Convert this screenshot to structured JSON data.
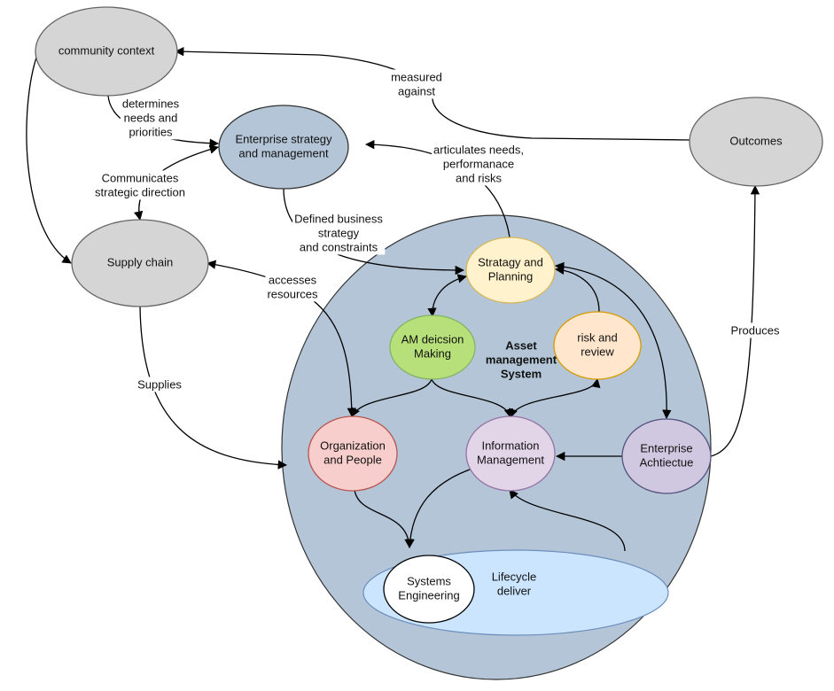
{
  "nodes": {
    "community_context": {
      "lines": [
        "community context"
      ],
      "color": "#d5d5d5"
    },
    "enterprise_strategy": {
      "lines": [
        "Enterprise strategy",
        "and management"
      ],
      "color": "#b3c5d6"
    },
    "supply_chain": {
      "lines": [
        "Supply chain"
      ],
      "color": "#d5d5d5"
    },
    "outcomes": {
      "lines": [
        "Outcomes"
      ],
      "color": "#d5d5d5"
    },
    "asset_system": {
      "lines": [
        "Asset",
        "management",
        "System"
      ],
      "color": "#b3c5d6"
    },
    "strategy_planning": {
      "lines": [
        "Stratagy and",
        "Planning"
      ],
      "color": "#fff2cc"
    },
    "am_decision": {
      "lines": [
        "AM deicsion",
        "Making"
      ],
      "color": "#b8e07a"
    },
    "risk_review": {
      "lines": [
        "risk and",
        "review"
      ],
      "color": "#ffe6cc"
    },
    "organization_people": {
      "lines": [
        "Organization",
        "and People"
      ],
      "color": "#f8cecc"
    },
    "information_management": {
      "lines": [
        "Information",
        "Management"
      ],
      "color": "#e1d5e7"
    },
    "enterprise_architecture": {
      "lines": [
        "Enterprise",
        "Achtiectue"
      ],
      "color": "#d0c8e0"
    },
    "lifecycle": {
      "lines": [
        "Lifecycle",
        "deliver"
      ],
      "color": "#cce5ff"
    },
    "systems_engineering": {
      "lines": [
        "Systems",
        "Engineering"
      ],
      "color": "#ffffff"
    }
  },
  "edge_labels": {
    "measured_against": [
      "measured",
      "against"
    ],
    "determines": [
      "determines",
      "needs and",
      "priorities"
    ],
    "communicates": [
      "Communicates",
      "strategic direction"
    ],
    "articulates": [
      "articulates needs,",
      "performanace",
      "and risks"
    ],
    "defined_business": [
      "Defined business",
      "strategy",
      "and constraints"
    ],
    "accesses": [
      "accesses",
      "resources"
    ],
    "supplies": [
      "Supplies"
    ],
    "produces": [
      "Produces"
    ]
  }
}
